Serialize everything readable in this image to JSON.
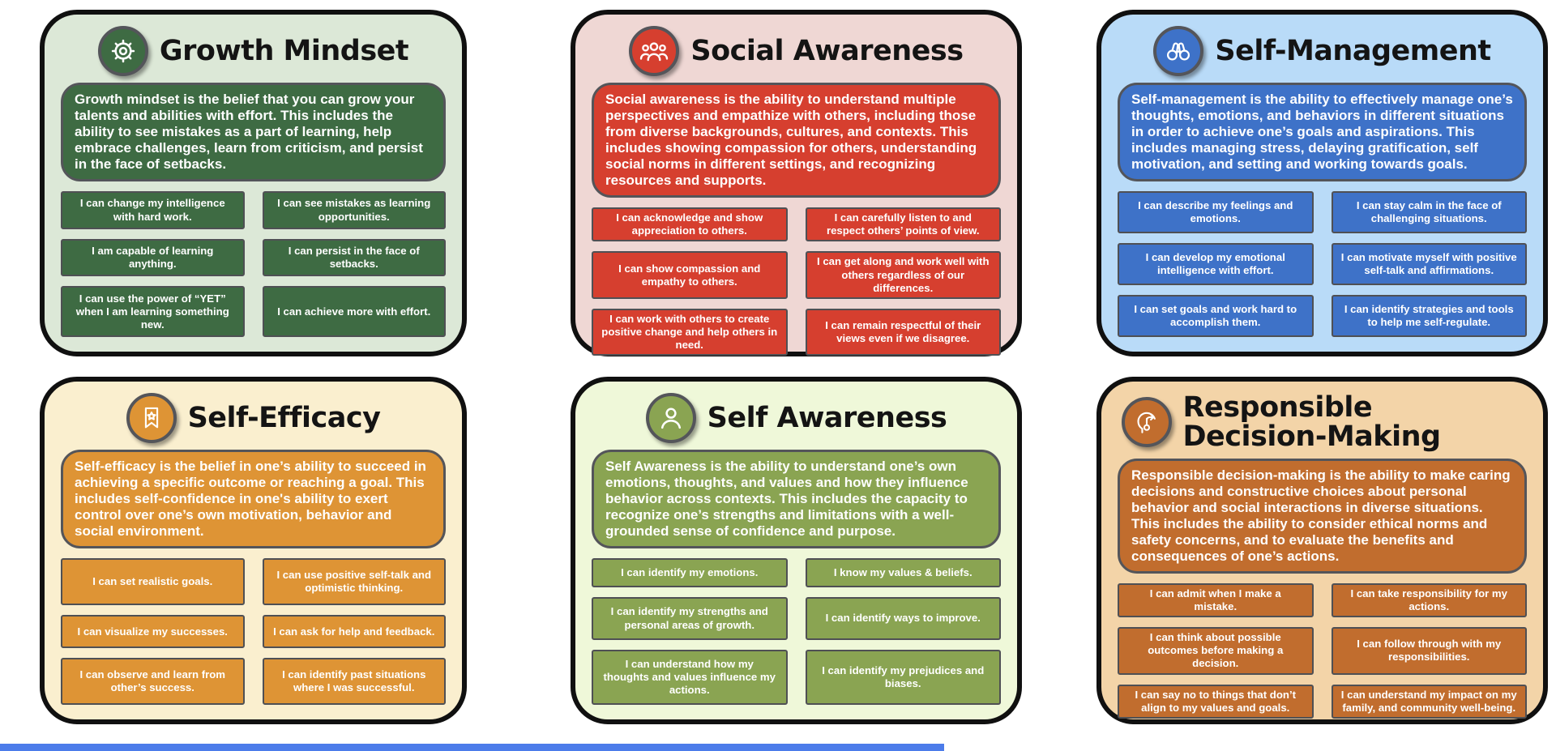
{
  "page": {
    "background": "#ffffff",
    "footer_bar_color": "#4c7cea"
  },
  "cards": [
    {
      "id": "growth-mindset",
      "title": "Growth Mindset",
      "icon": "gear-icon",
      "colors": {
        "card_bg": "#dce8d7",
        "accent": "#3e6b43"
      },
      "description": "Growth mindset is the belief that you can grow your talents and abilities with effort. This includes the ability to see mistakes as a part of learning, help embrace challenges, learn from criticism, and persist in the face of setbacks.",
      "statements": [
        "I can change my intelligence with hard work.",
        "I can see mistakes as learning opportunities.",
        "I am capable of learning anything.",
        "I can persist in the face of setbacks.",
        "I can use the power of “YET” when I am learning something new.",
        "I can achieve more with effort."
      ]
    },
    {
      "id": "social-awareness",
      "title": "Social Awareness",
      "icon": "people-group-icon",
      "colors": {
        "card_bg": "#efd7d4",
        "accent": "#d63f2f"
      },
      "description": "Social awareness is the ability to understand multiple perspectives and empathize with others, including those from diverse backgrounds, cultures, and contexts. This includes showing compassion for others, understanding social norms in different settings, and recognizing resources and supports.",
      "statements": [
        "I can acknowledge and show appreciation to others.",
        "I can carefully listen to and respect others’ points of view.",
        "I can show compassion and empathy to others.",
        "I can get along and work well with others regardless of our differences.",
        "I can work with others to create positive change and help others in need.",
        "I can remain respectful of their views even if we disagree."
      ]
    },
    {
      "id": "self-management",
      "title": "Self-Management",
      "icon": "binoculars-icon",
      "colors": {
        "card_bg": "#b9dbf8",
        "accent": "#3e72c8"
      },
      "description": "Self-management is the ability to effectively manage one’s thoughts, emotions, and behaviors in different situations in order to achieve one’s goals and aspirations. This includes managing stress, delaying gratification, self motivation, and setting and working towards goals.",
      "statements": [
        "I can describe my feelings and emotions.",
        "I can stay calm in the face of challenging situations.",
        "I can develop my emotional intelligence with effort.",
        "I can motivate myself with positive self-talk and affirmations.",
        "I can set goals and work hard to accomplish them.",
        "I can identify strategies and tools to help me self-regulate."
      ]
    },
    {
      "id": "self-efficacy",
      "title": "Self-Efficacy",
      "icon": "bookmark-star-icon",
      "colors": {
        "card_bg": "#faefcf",
        "accent": "#de9435"
      },
      "description": "Self-efficacy is the belief in one’s ability to succeed in achieving a specific outcome or reaching a goal. This includes self-confidence in one's ability to exert control over one’s own motivation, behavior and social environment.",
      "statements": [
        "I can set realistic goals.",
        "I can use positive self-talk and optimistic thinking.",
        "I can visualize my successes.",
        "I can ask for help and feedback.",
        "I can observe and learn from other’s success.",
        "I can identify past situations where I was successful."
      ]
    },
    {
      "id": "self-awareness",
      "title": "Self Awareness",
      "icon": "person-icon",
      "colors": {
        "card_bg": "#eff8d9",
        "accent": "#8aa452"
      },
      "description": "Self Awareness is the ability to understand one’s own emotions, thoughts, and values and how they influence behavior across contexts. This includes the capacity to recognize one’s strengths and limitations with a well-grounded sense of confidence and purpose.",
      "statements": [
        "I can identify my emotions.",
        "I know my values & beliefs.",
        "I can identify my strengths and personal areas of growth.",
        "I can identify ways to improve.",
        "I can understand how my thoughts and values influence my actions.",
        "I can identify my prejudices and biases."
      ]
    },
    {
      "id": "responsible-decision-making",
      "title": "Responsible Decision-Making",
      "icon": "decision-making-icon",
      "colors": {
        "card_bg": "#f3d4a8",
        "accent": "#c16d2e"
      },
      "description": "Responsible decision-making is the ability to make caring decisions and constructive choices about personal behavior and social interactions in diverse situations. This includes the ability to consider ethical norms and safety concerns, and to evaluate the benefits and consequences of one’s actions.",
      "statements": [
        "I can admit when I make a mistake.",
        "I can take responsibility for my actions.",
        "I can think about possible outcomes before making a decision.",
        "I can follow through with my responsibilities.",
        "I can say no to things that don’t align to my values and goals.",
        "I can understand my impact on my family, and community well-being."
      ]
    }
  ]
}
